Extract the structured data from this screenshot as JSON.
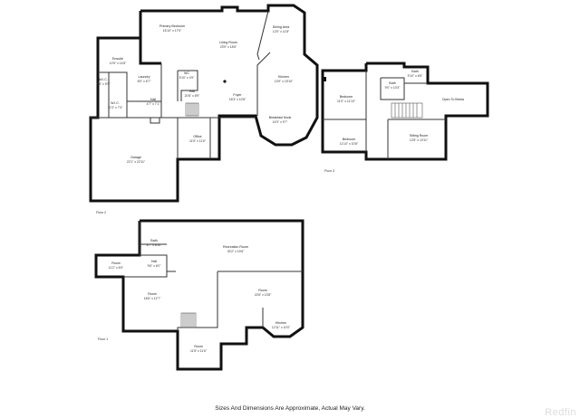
{
  "floors": [
    {
      "label": "Floor 2",
      "rooms": [
        {
          "id": "primary-bedroom",
          "name": "Primary Bedroom",
          "dims": "16'10\" x 17'0\""
        },
        {
          "id": "living-room",
          "name": "Living Room",
          "dims": "23'9\" x 18'6\""
        },
        {
          "id": "dining-area",
          "name": "Dining Area",
          "dims": "12'0\" x 11'8\""
        },
        {
          "id": "ensuite",
          "name": "Ensuite",
          "dims": "12'5\" x 14'8\""
        },
        {
          "id": "laundry",
          "name": "Laundry",
          "dims": "8'0\" x 8'7\""
        },
        {
          "id": "wic",
          "name": "W.I.C.",
          "dims": "8'4\" x 5'9\""
        },
        {
          "id": "wic2",
          "name": "W.I.C.",
          "dims": "11'3\" x 7'3\""
        },
        {
          "id": "hall-small",
          "name": "Hall",
          "dims": "4'7\" x 7'1\""
        },
        {
          "id": "wc",
          "name": "WC",
          "dims": "5'10\" x 4'9\""
        },
        {
          "id": "hall",
          "name": "Hall",
          "dims": "20'8\" x 8'9\""
        },
        {
          "id": "foyer",
          "name": "Foyer",
          "dims": "18'3\" x 10'8\""
        },
        {
          "id": "kitchen",
          "name": "Kitchen",
          "dims": "13'9\" x 15'10\""
        },
        {
          "id": "breakfast-nook",
          "name": "Breakfast Nook",
          "dims": "14'9\" x 9'7\""
        },
        {
          "id": "office",
          "name": "Office",
          "dims": "11'5\" x 11'6\""
        },
        {
          "id": "garage",
          "name": "Garage",
          "dims": "22'1\" x 22'11\""
        }
      ]
    },
    {
      "label": "Floor 3",
      "rooms": [
        {
          "id": "bath-top",
          "name": "Bath",
          "dims": "9'10\" x 6'5\""
        },
        {
          "id": "bedroom-1",
          "name": "Bedroom",
          "dims": "11'0\" x 11'10\""
        },
        {
          "id": "bath-mid",
          "name": "Bath",
          "dims": "9'0\" x 10'3\""
        },
        {
          "id": "open-to-below",
          "name": "Open To Below",
          "dims": ""
        },
        {
          "id": "bedroom-2",
          "name": "Bedroom",
          "dims": "11'10\" x 10'8\""
        },
        {
          "id": "sitting-room",
          "name": "Sitting Room",
          "dims": "12'8\" x 10'11\""
        }
      ]
    },
    {
      "label": "Floor 1",
      "rooms": [
        {
          "id": "bath-b",
          "name": "Bath",
          "dims": "8'7\" x 8'10\""
        },
        {
          "id": "recreation-room",
          "name": "Recreation Room",
          "dims": "30'2\" x 19'6\""
        },
        {
          "id": "room-left",
          "name": "Room",
          "dims": "11'2\" x 6'0\""
        },
        {
          "id": "hall-b",
          "name": "Hall",
          "dims": "9'6\" x 6'0\""
        },
        {
          "id": "room-mid",
          "name": "Room",
          "dims": "18'6\" x 12'7\""
        },
        {
          "id": "room-center",
          "name": "Room",
          "dims": "22'8\" x 13'8\""
        },
        {
          "id": "kitchen-b",
          "name": "Kitchen",
          "dims": "12'11\" x 10'0\""
        },
        {
          "id": "room-bottom",
          "name": "Room",
          "dims": "11'5\" x 11'6\""
        }
      ]
    }
  ],
  "footer_note": "Sizes And Dimensions Are Approximate, Actual May Vary.",
  "watermark": "Redfin"
}
